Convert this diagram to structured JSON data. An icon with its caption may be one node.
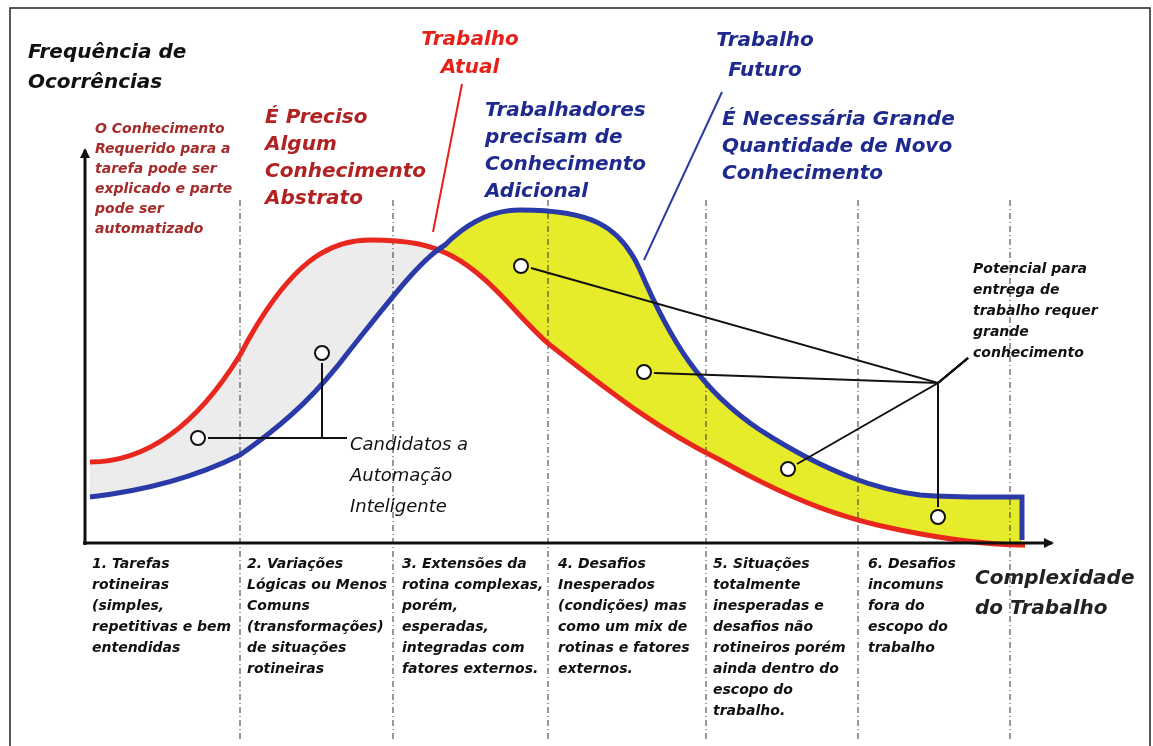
{
  "diagram": {
    "nodes": [
      {
        "text": [
          "Trabalho Atual"
        ]
      },
      {
        "text": [
          "Trabalho Futuro"
        ]
      },
      {
        "text": [
          "Candidatos a Automação Inteligente"
        ]
      },
      {
        "text": [
          "Potencial para entrega de trabalho requer grande conhecimento"
        ]
      },
      {
        "text": [],
        "shape": "circle"
      },
      {
        "text": [],
        "shape": "circle"
      },
      {
        "text": [],
        "shape": "circle"
      },
      {
        "text": [],
        "shape": "circle"
      },
      {
        "text": [],
        "shape": "circle"
      },
      {
        "text": [],
        "shape": "circle"
      }
    ],
    "edges": [
      {
        "from": 0,
        "to": null,
        "arrow": "none",
        "color": "#e8201a"
      },
      {
        "from": 1,
        "to": null,
        "arrow": "none",
        "color": "#2a3a9f"
      },
      {
        "from": 2,
        "to": 4,
        "arrow": "none"
      },
      {
        "from": 2,
        "to": 5,
        "arrow": "none"
      },
      {
        "from": 3,
        "to": 6,
        "arrow": "none"
      },
      {
        "from": 3,
        "to": 7,
        "arrow": "none"
      },
      {
        "from": 3,
        "to": 8,
        "arrow": "none"
      },
      {
        "from": 3,
        "to": 9,
        "arrow": "none"
      }
    ],
    "labels": [
      "Frequência de Ocorrências",
      "O Conhecimento Requerido para a tarefa pode ser explicado e parte pode ser automatizado",
      "É Preciso Algum Conhecimento Abstrato",
      "Trabalhadores precisam de Conhecimento Adicional",
      "É Necessária Grande Quantidade de Novo Conhecimento",
      "1. Tarefas rotineiras (simples, repetitivas e bem entendidas",
      "2. Variações Lógicas ou Menos Comuns (transformações) de situações rotineiras",
      "3. Extensões da rotina complexas, porém, esperadas, integradas com fatores externos.",
      "4. Desafios Inesperados (condições) mas como um mix de rotinas e fatores externos.",
      "5. Situações totalmente inesperadas e desafios não rotineiros porém ainda dentro do escopo do trabalho.",
      "6. Desafios incomuns fora do escopo do trabalho",
      "Complexidade do Trabalho"
    ]
  }
}
